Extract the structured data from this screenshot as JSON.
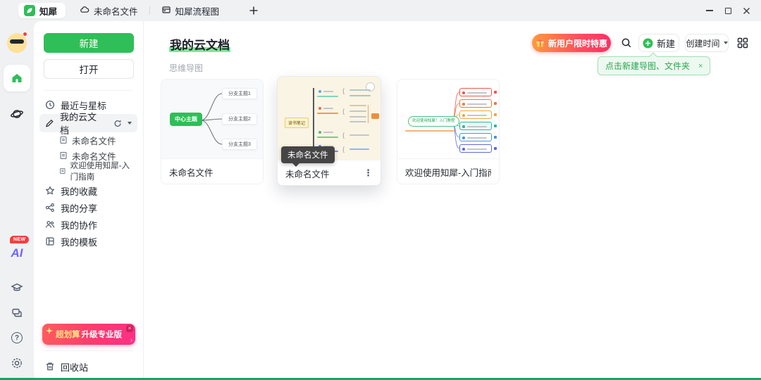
{
  "titlebar": {
    "app_tab": "知犀",
    "tabs": [
      "未命名文件",
      "知犀流程图"
    ]
  },
  "rail": {
    "ai": "AI",
    "new_badge": "NEW",
    "help": "?"
  },
  "sidebar": {
    "new_button": "新建",
    "open_button": "打开",
    "items": [
      {
        "label": "最近与星标"
      },
      {
        "label": "我的云文档"
      },
      {
        "label": "我的收藏"
      },
      {
        "label": "我的分享"
      },
      {
        "label": "我的协作"
      },
      {
        "label": "我的模板"
      }
    ],
    "cloud_doc_children": [
      "未命名文件",
      "未命名文件",
      "欢迎使用知犀-入门指南"
    ],
    "promo_banner": {
      "highlight": "超划算",
      "label": "升级专业版",
      "close": "×",
      "arrow": "›"
    },
    "trash": "回收站"
  },
  "main": {
    "page_title": "我的云文档",
    "section_label": "思维导图",
    "toolbar": {
      "promo": "新用户限时特惠",
      "new_button": "新建",
      "sort_button": "创建时间"
    },
    "new_tooltip": {
      "text": "点击新建导图、文件夹",
      "close": "×"
    },
    "cards": [
      {
        "title": "未命名文件",
        "preview": {
          "center": "中心主题",
          "branches": [
            "分支主题1",
            "分支主题2",
            "分支主题3"
          ]
        }
      },
      {
        "title": "未命名文件",
        "tooltip": "未命名文件",
        "preview": {
          "center": "读书笔记"
        }
      },
      {
        "title": "欢迎使用知犀-入门指南",
        "preview": {
          "center": "欢迎使用知犀！入门教程"
        }
      }
    ]
  },
  "icons": {
    "more": "⋮",
    "brace": "{"
  },
  "colors": {
    "brand_green": "#2fbe58",
    "topbar_bg": "#eff1f3",
    "toolbar_promo_gradient": [
      "#ff9a3e",
      "#ff2f64"
    ],
    "sidebar_banner_gradient": [
      "#ff5d5d",
      "#ff2e87"
    ],
    "banner_gold": "#ffe483",
    "tooltip_green_text": "#2aa44f",
    "card2_preview_bg": "#faf4e4",
    "card3_branch_colors": [
      "#ef564d",
      "#f07a3c",
      "#f0a63c",
      "#2fb39c",
      "#4f8fe0",
      "#5b68e0"
    ]
  }
}
